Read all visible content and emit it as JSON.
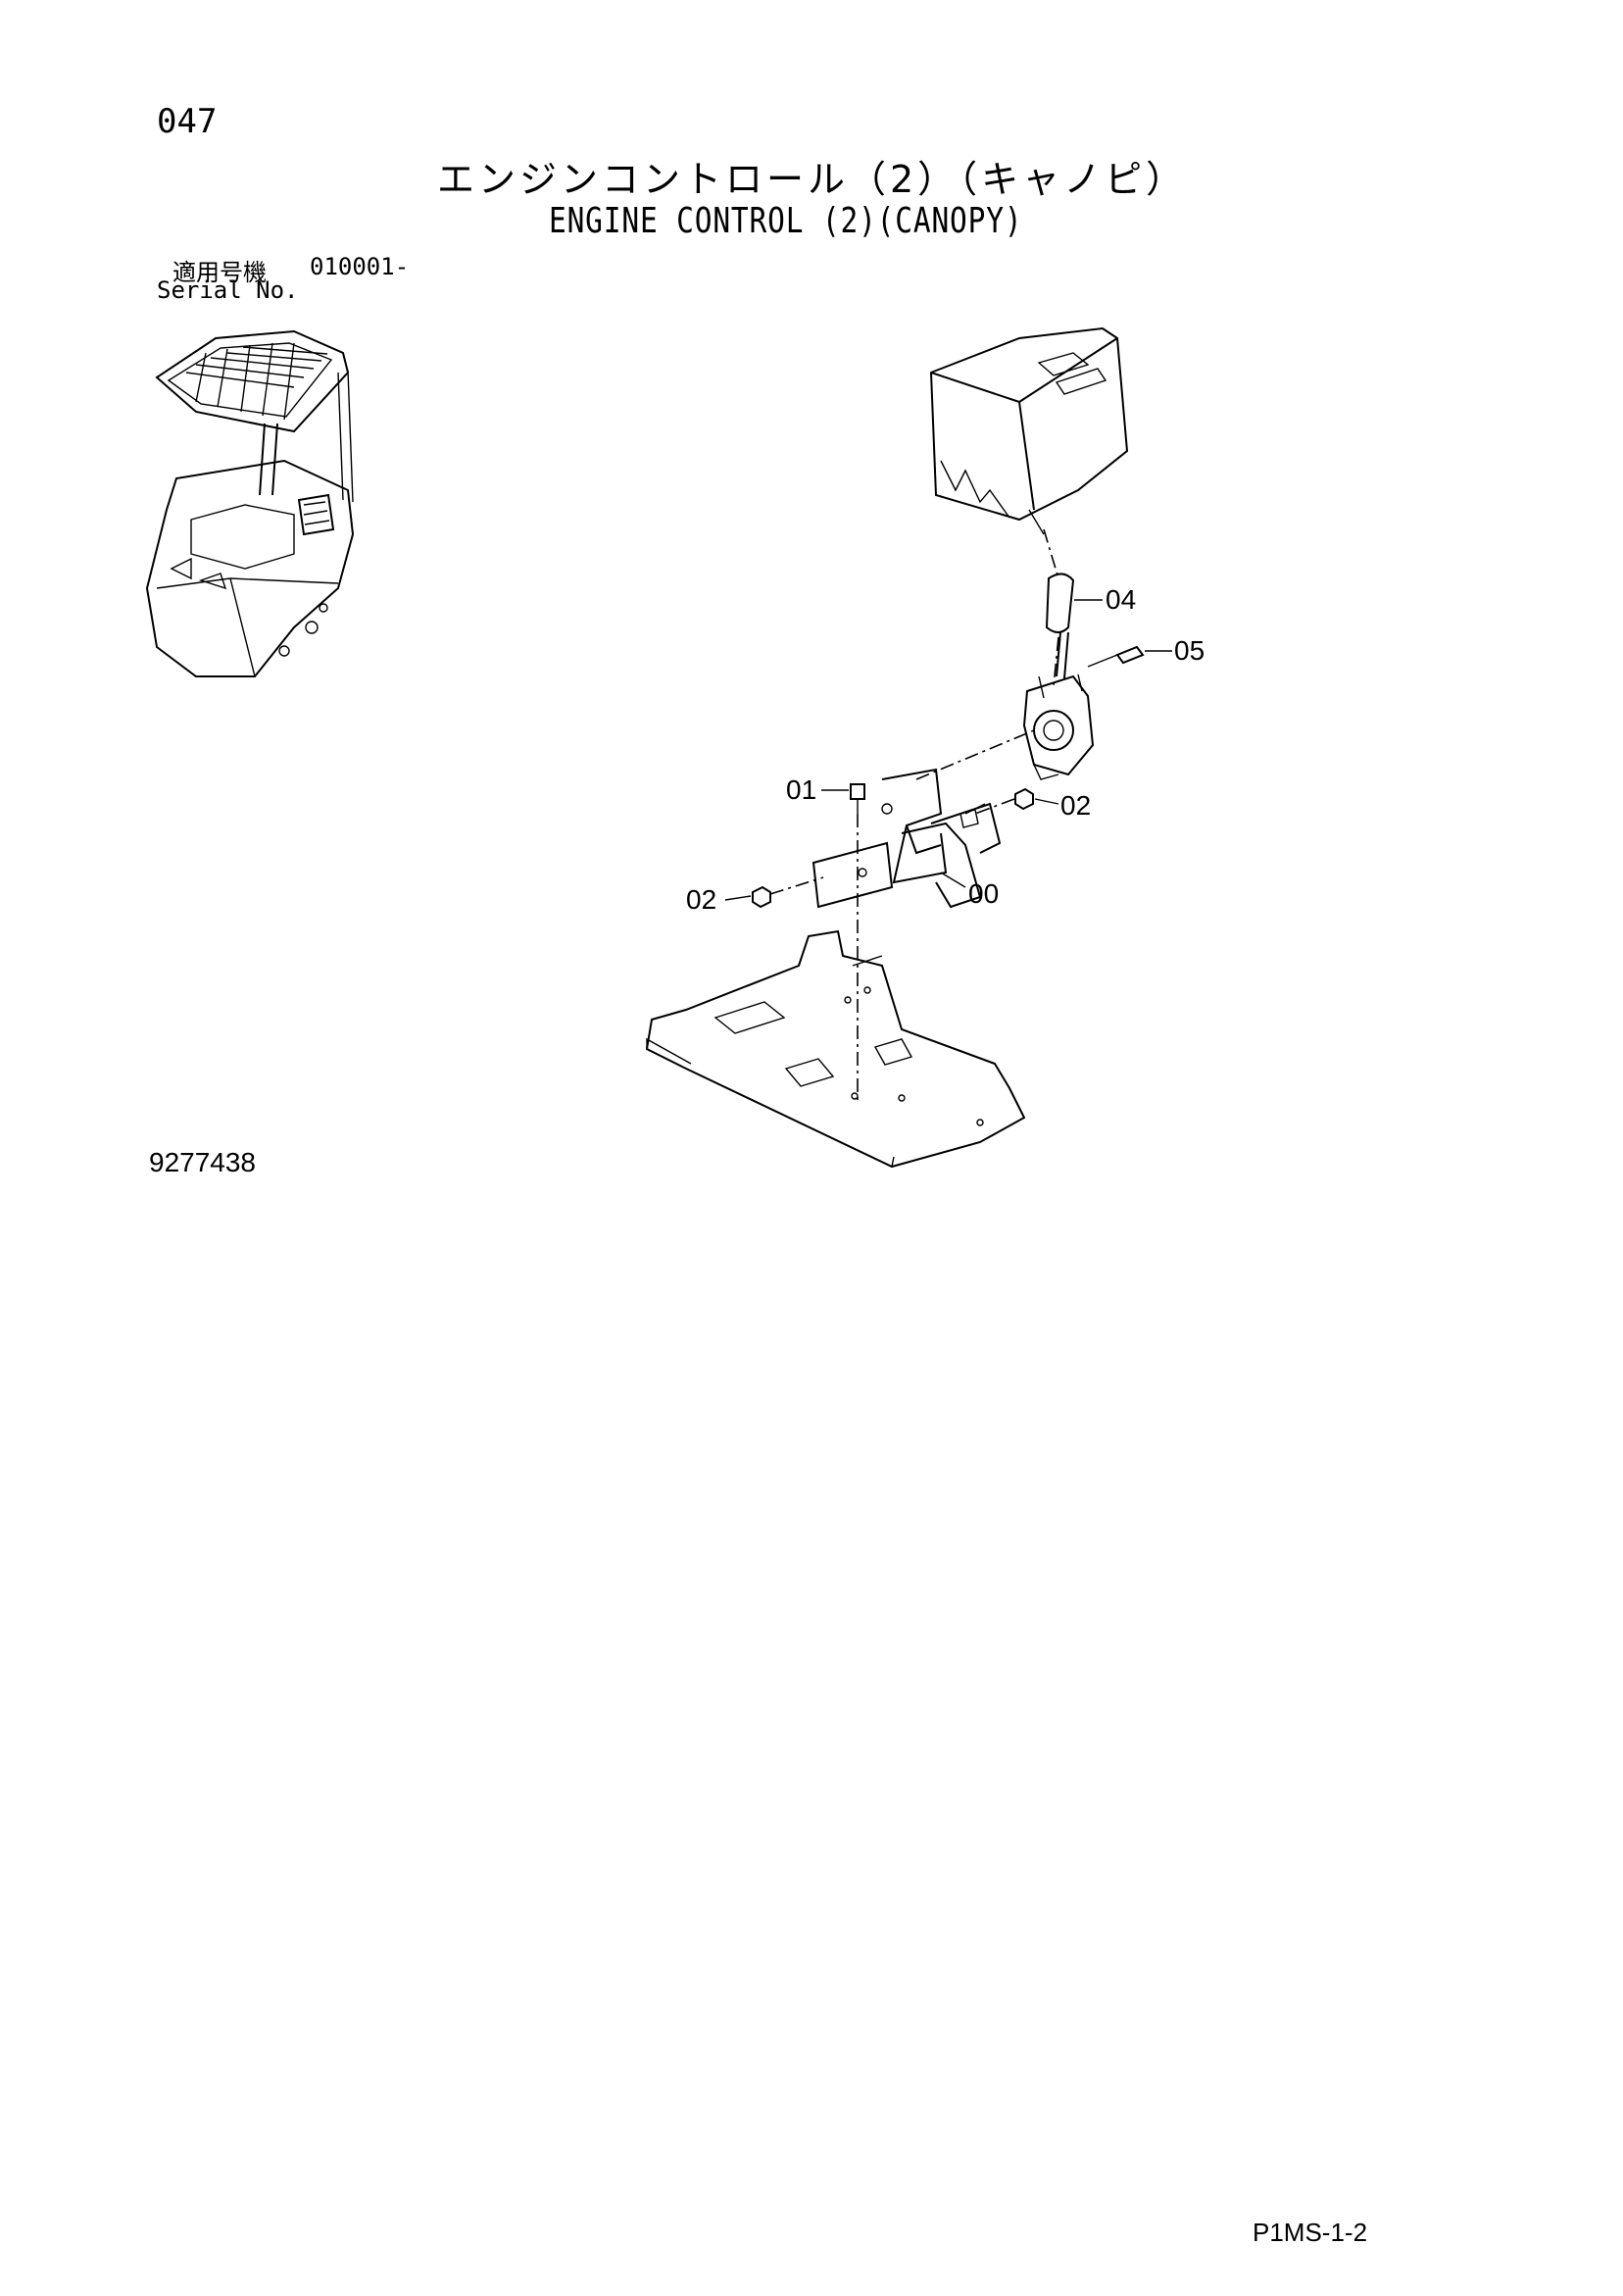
{
  "header": {
    "page_number": "047",
    "title_jp": "エンジンコントロール（2）（キャノピ）",
    "title_en": "ENGINE CONTROL (2)(CANOPY)"
  },
  "serial": {
    "label_jp": "適用号機",
    "range": "010001-",
    "label_en": "Serial No."
  },
  "callouts": {
    "c04": "04",
    "c05": "05",
    "c01": "01",
    "c02_right": "02",
    "c02_left": "02",
    "c00": "00"
  },
  "footer": {
    "drawing_number": "9277438",
    "sheet_code": "P1MS-1-2"
  }
}
